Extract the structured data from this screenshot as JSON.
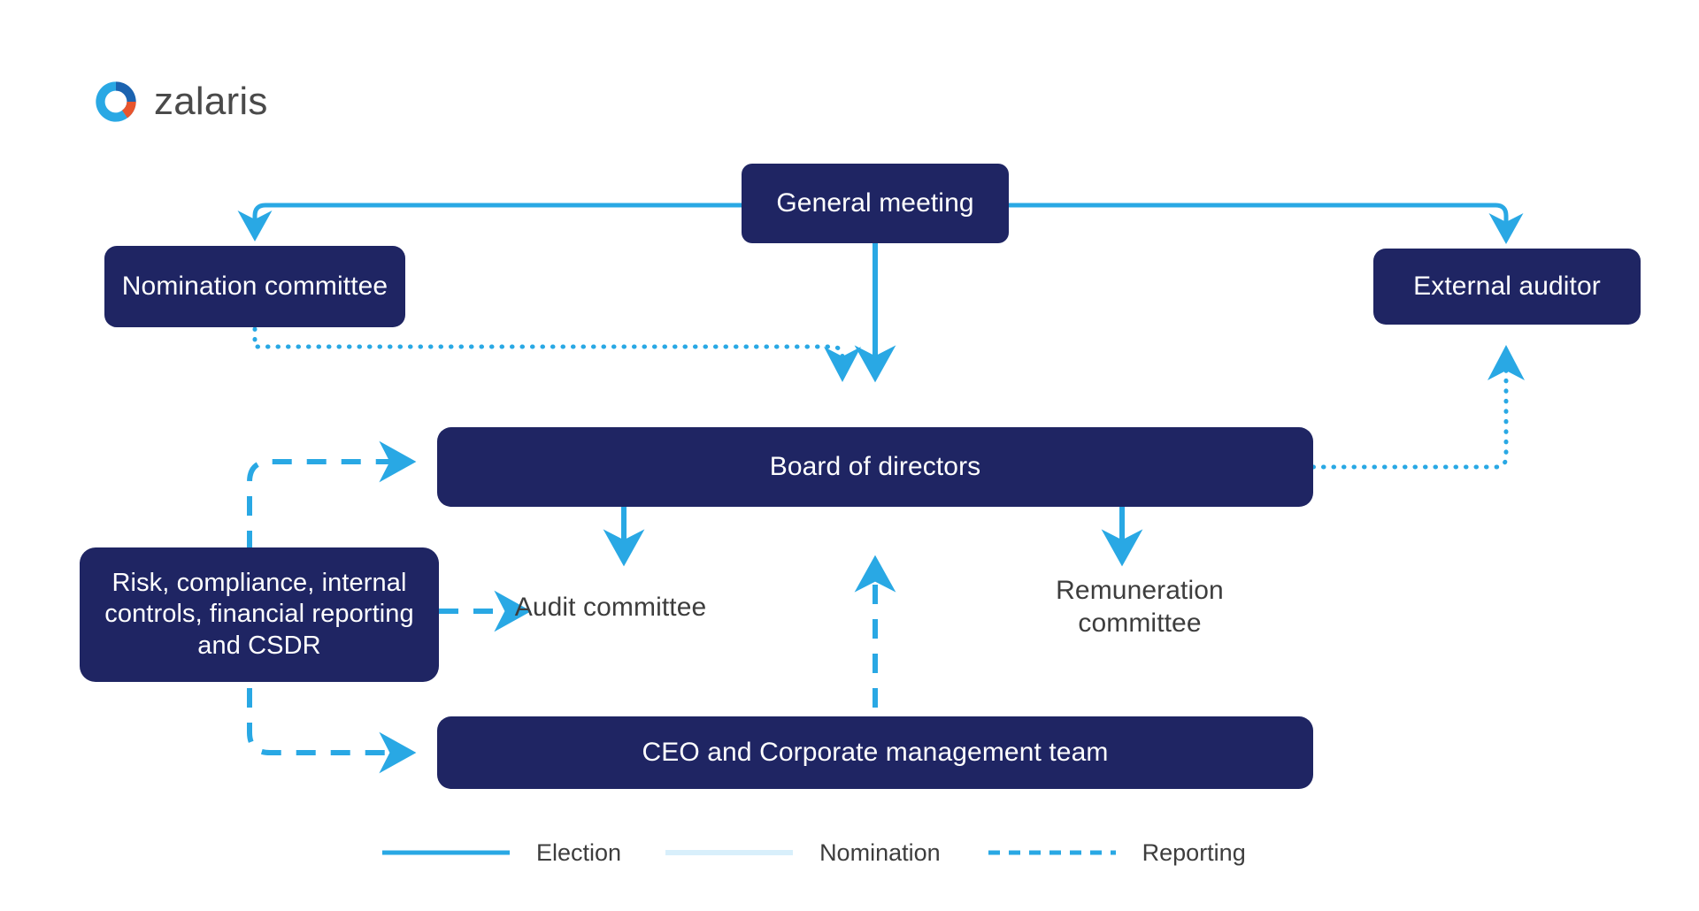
{
  "brand": {
    "name": "zalaris",
    "logo_icon": "zalaris-swirl-logo",
    "colors": {
      "logo_dark_blue": "#1b63b0",
      "logo_light_blue": "#29a8e4",
      "logo_orange": "#e8552d",
      "wordmark_gray": "#4a4a4a"
    }
  },
  "diagram": {
    "title": "Corporate governance structure",
    "colors": {
      "node_navy": "#1f2563",
      "node_text": "#ffffff",
      "plain_text": "#3d3d3d",
      "line_election": "#29a8e4",
      "line_nomination": "#29a8e4",
      "line_nomination_legend": "#d8effb",
      "line_reporting": "#29a8e4",
      "background": "#ffffff"
    },
    "nodes": {
      "general_meeting": "General meeting",
      "nomination_committee": "Nomination committee",
      "external_auditor": "External auditor",
      "board_of_directors": "Board of directors",
      "risk_compliance": "Risk, compliance, internal controls, financial reporting and CSDR",
      "audit_committee": "Audit committee",
      "remuneration_committee": "Remuneration committee",
      "ceo_management": "CEO and Corporate management team"
    },
    "connections": [
      {
        "id": "gm-to-nomination",
        "from": "General meeting",
        "to": "Nomination committee",
        "type": "Election"
      },
      {
        "id": "gm-to-board",
        "from": "General meeting",
        "to": "Board of directors",
        "type": "Election"
      },
      {
        "id": "gm-to-external",
        "from": "General meeting",
        "to": "External auditor",
        "type": "Election"
      },
      {
        "id": "nomination-to-board",
        "from": "Nomination committee",
        "to": "Board of directors",
        "type": "Nomination"
      },
      {
        "id": "board-to-external",
        "from": "Board of directors",
        "to": "External auditor",
        "type": "Nomination"
      },
      {
        "id": "board-to-audit",
        "from": "Board of directors",
        "to": "Audit committee",
        "type": "Election"
      },
      {
        "id": "board-to-remuneration",
        "from": "Board of directors",
        "to": "Remuneration committee",
        "type": "Election"
      },
      {
        "id": "ceo-to-board",
        "from": "CEO and Corporate management team",
        "to": "Board of directors",
        "type": "Reporting"
      },
      {
        "id": "risk-to-board",
        "from": "Risk, compliance, internal controls, financial reporting and CSDR",
        "to": "Board of directors",
        "type": "Reporting"
      },
      {
        "id": "risk-to-audit",
        "from": "Risk, compliance, internal controls, financial reporting and CSDR",
        "to": "Audit committee",
        "type": "Reporting"
      },
      {
        "id": "risk-to-ceo",
        "from": "Risk, compliance, internal controls, financial reporting and CSDR",
        "to": "CEO and Corporate management team",
        "type": "Reporting"
      }
    ]
  },
  "legend": {
    "items": [
      {
        "label": "Election",
        "style": "solid",
        "color": "#29a8e4"
      },
      {
        "label": "Nomination",
        "style": "solid",
        "color": "#d8effb"
      },
      {
        "label": "Reporting",
        "style": "dashed",
        "color": "#29a8e4"
      }
    ]
  }
}
